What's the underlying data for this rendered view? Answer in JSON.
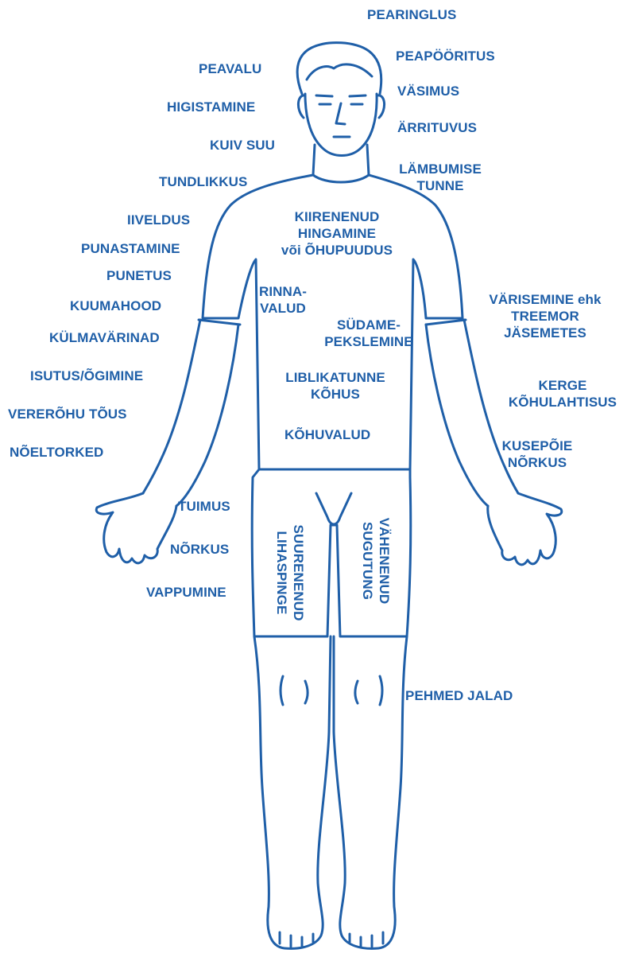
{
  "theme": {
    "ink": "#1f5fa8",
    "background": "#ffffff"
  },
  "labels": {
    "pearinglus": "PEARINGLUS",
    "peapooritus": "PEAPÖÖRITUS",
    "peavalu": "PEAVALU",
    "vasimus": "VÄSIMUS",
    "higistamine": "HIGISTAMINE",
    "arrituvus": "ÄRRITUVUS",
    "kuiv_suu": "KUIV SUU",
    "lambumise_1": "LÄMBUMISE",
    "lambumise_2": "TUNNE",
    "tundlikkus": "TUNDLIKKUS",
    "hingamine_1": "KIIRENENUD",
    "hingamine_2": "HINGAMINE",
    "hingamine_3": "või ÕHUPUUDUS",
    "iiveldus": "IIVELDUS",
    "punastamine": "PUNASTAMINE",
    "punetus": "PUNETUS",
    "rinnavalud_1": "RINNA-",
    "rinnavalud_2": "VALUD",
    "kuumahood": "KUUMAHOOD",
    "varisemine_1": "VÄRISEMINE ehk",
    "varisemine_2": "TREEMOR",
    "varisemine_3": "JÄSEMETES",
    "sudame_1": "SÜDAME-",
    "sudame_2": "PEKSLEMINE",
    "kulmavarinad": "KÜLMAVÄRINAD",
    "isutus": "ISUTUS/ÕGIMINE",
    "liblikatunne_1": "LIBLIKATUNNE",
    "liblikatunne_2": "KÕHUS",
    "kerge_1": "KERGE",
    "kerge_2": "KÕHULAHTISUS",
    "vererohu": "VERERÕHU TÕUS",
    "kohuvalud": "KÕHUVALUD",
    "noeltorked": "NÕELTORKED",
    "kusepoie_1": "KUSEPÕIE",
    "kusepoie_2": "NÕRKUS",
    "tuimus": "TUIMUS",
    "norkus": "NÕRKUS",
    "vappumine": "VAPPUMINE",
    "lihaspinge_1": "SUURENENUD",
    "lihaspinge_2": "LIHASPINGE",
    "sugutung_1": "VÄHENENUD",
    "sugutung_2": "SUGUTUNG",
    "pehmed_jalad": "PEHMED JALAD"
  }
}
